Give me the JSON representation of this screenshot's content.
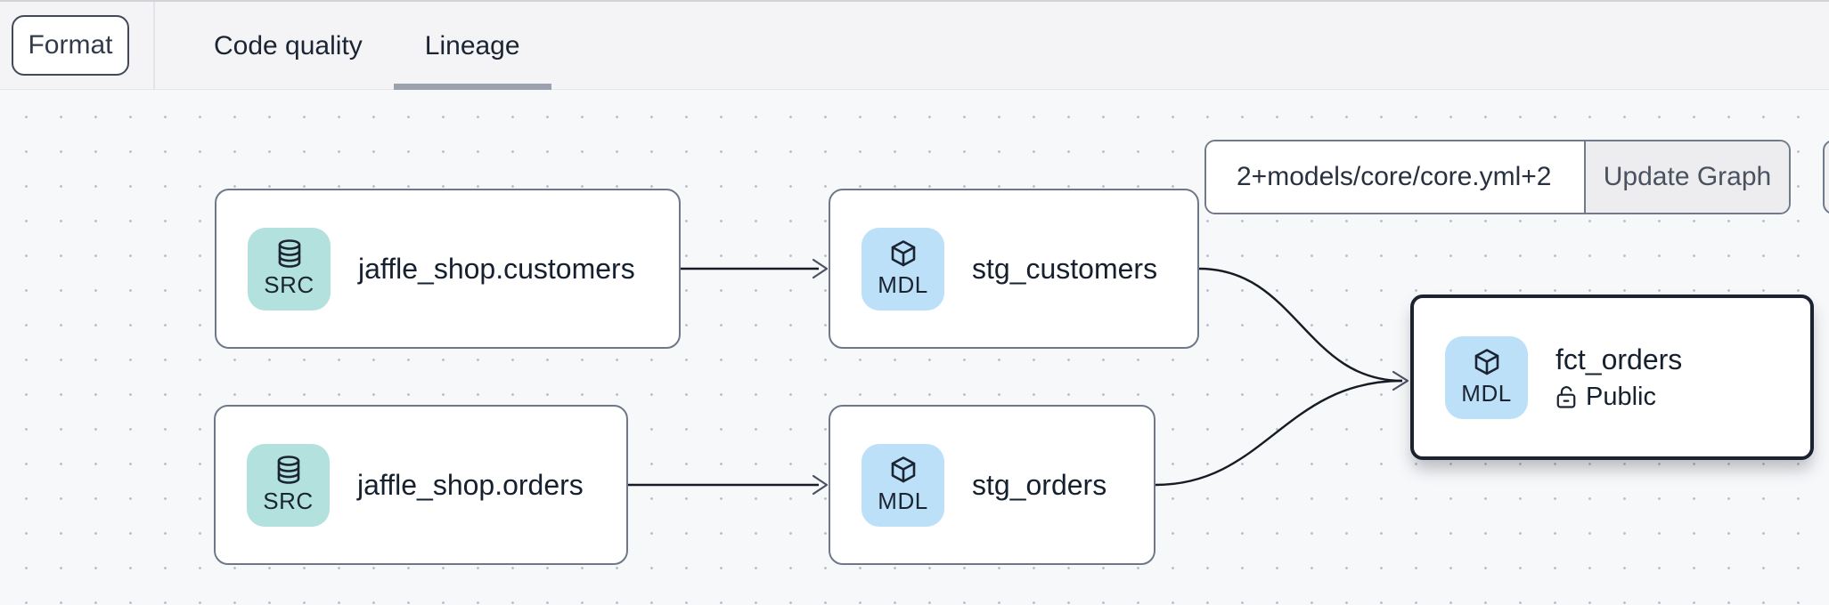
{
  "topbar": {
    "format_button": "Format",
    "tabs": [
      {
        "label": "Code quality",
        "active": false
      },
      {
        "label": "Lineage",
        "active": true
      }
    ]
  },
  "lineage_controls": {
    "selector_value": "2+models/core/core.yml+2",
    "update_button": "Update Graph"
  },
  "canvas": {
    "nodes": [
      {
        "label": "jaffle_shop.customers",
        "badge": "SRC",
        "kind": "source",
        "selected": false
      },
      {
        "label": "stg_customers",
        "badge": "MDL",
        "kind": "model",
        "selected": false
      },
      {
        "label": "jaffle_shop.orders",
        "badge": "SRC",
        "kind": "source",
        "selected": false
      },
      {
        "label": "stg_orders",
        "badge": "MDL",
        "kind": "model",
        "selected": false
      },
      {
        "label": "fct_orders",
        "badge": "MDL",
        "kind": "model",
        "access": "Public",
        "selected": true
      }
    ],
    "edges": [
      {
        "from": "jaffle_shop.customers",
        "to": "stg_customers"
      },
      {
        "from": "jaffle_shop.orders",
        "to": "stg_orders"
      },
      {
        "from": "stg_customers",
        "to": "fct_orders"
      },
      {
        "from": "stg_orders",
        "to": "fct_orders"
      }
    ]
  },
  "colors": {
    "source_badge": "#b3e1dd",
    "model_badge": "#bce0f8",
    "node_border": "#6f7888",
    "selected_node_border": "#1b2330",
    "edge": "#171b24",
    "tab_underline": "#9ba1ad",
    "topbar_background": "#f4f4f6",
    "canvas_background": "#f7f8fa"
  }
}
